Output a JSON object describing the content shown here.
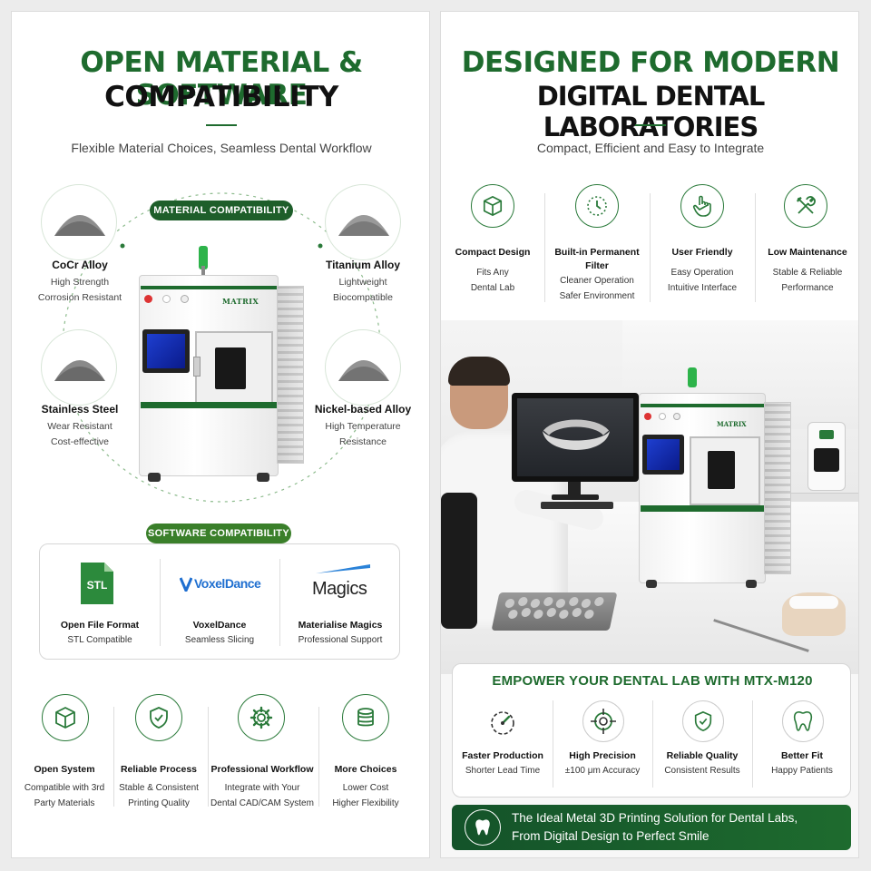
{
  "left": {
    "title_line1": "OPEN MATERIAL & SOFTWARE",
    "title_line2": "COMPATIBILITY",
    "subtitle": "Flexible Material Choices, Seamless Dental Workflow",
    "material_pill": "MATERIAL COMPATIBILITY",
    "software_pill": "SOFTWARE COMPATIBILITY",
    "machine_logo": "MATRIX",
    "materials": [
      {
        "name": "CoCr Alloy",
        "desc1": "High Strength",
        "desc2": "Corrosion Resistant"
      },
      {
        "name": "Titanium Alloy",
        "desc1": "Lightweight",
        "desc2": "Biocompatible"
      },
      {
        "name": "Stainless Steel",
        "desc1": "Wear Resistant",
        "desc2": "Cost-effective"
      },
      {
        "name": "Nickel-based Alloy",
        "desc1": "High Temperature",
        "desc2": "Resistance"
      }
    ],
    "software": [
      {
        "logo": "STL",
        "title": "Open File Format",
        "desc": "STL Compatible"
      },
      {
        "logo": "VoxelDance",
        "title": "VoxelDance",
        "desc": "Seamless Slicing"
      },
      {
        "logo": "Magics",
        "title": "Materialise Magics",
        "desc": "Professional Support"
      }
    ],
    "features": [
      {
        "icon": "cube-icon",
        "title": "Open System",
        "desc1": "Compatible with 3rd",
        "desc2": "Party Materials"
      },
      {
        "icon": "shield-check-icon",
        "title": "Reliable Process",
        "desc1": "Stable & Consistent",
        "desc2": "Printing Quality"
      },
      {
        "icon": "gear-icon",
        "title": "Professional Workflow",
        "desc1": "Integrate with Your",
        "desc2": "Dental CAD/CAM System"
      },
      {
        "icon": "database-icon",
        "title": "More Choices",
        "desc1": "Lower Cost",
        "desc2": "Higher Flexibility"
      }
    ]
  },
  "right": {
    "title_line1": "DESIGNED FOR MODERN",
    "title_line2": "DIGITAL DENTAL LABORATORIES",
    "subtitle": "Compact, Efficient and Easy to Integrate",
    "machine_logo": "MATRIX",
    "features": [
      {
        "icon": "cube-icon",
        "title1": "Compact Design",
        "title2": "",
        "desc1": "Fits Any",
        "desc2": "Dental Lab"
      },
      {
        "icon": "filter-icon",
        "title1": "Built-in Permanent",
        "title2": "Filter",
        "desc1": "Cleaner Operation",
        "desc2": "Safer Environment"
      },
      {
        "icon": "hand-pointer-icon",
        "title1": "User Friendly",
        "title2": "",
        "desc1": "Easy Operation",
        "desc2": "Intuitive Interface"
      },
      {
        "icon": "tools-icon",
        "title1": "Low Maintenance",
        "title2": "",
        "desc1": "Stable & Reliable",
        "desc2": "Performance"
      }
    ],
    "empower_title": "EMPOWER YOUR DENTAL LAB WITH MTX-M120",
    "benefits": [
      {
        "icon": "speedometer-icon",
        "title": "Faster Production",
        "desc": "Shorter Lead Time"
      },
      {
        "icon": "crosshair-icon",
        "title": "High Precision",
        "desc": "±100 μm Accuracy"
      },
      {
        "icon": "shield-check-icon",
        "title": "Reliable Quality",
        "desc": "Consistent Results"
      },
      {
        "icon": "tooth-icon",
        "title": "Better Fit",
        "desc": "Happy Patients"
      }
    ],
    "banner_line1": "The Ideal Metal 3D Printing Solution for Dental Labs,",
    "banner_line2": "From Digital Design to Perfect Smile"
  }
}
